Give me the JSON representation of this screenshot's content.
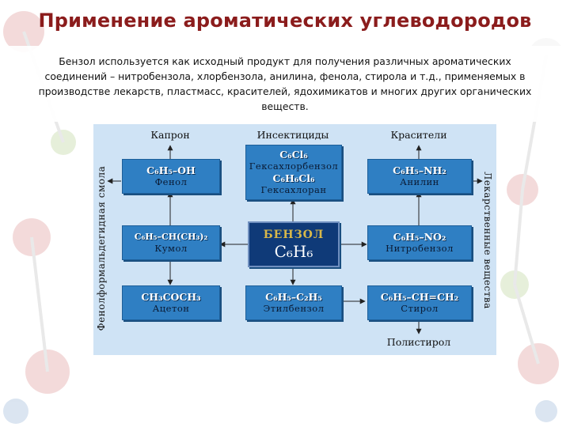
{
  "slide": {
    "title": "Применение ароматических углеводородов",
    "intro": "Бензол используется как исходный продукт для получения различных ароматических соединений – нитробензола, хлорбензола, анилина, фенола, стирола и т.д., применяемых в производстве лекарств, пластмасс, красителей, ядохимикатов и многих других органических веществ."
  },
  "colors": {
    "title": "#8b1c1c",
    "panel_bg": "#cfe3f5",
    "box_fill": "#2f7fc3",
    "center_fill": "#0f3a78",
    "center_title": "#d8b84a"
  },
  "diagram": {
    "center": {
      "title": "БЕНЗОЛ",
      "formula": "C₆H₆"
    },
    "products": {
      "caprone": "Капрон",
      "insecticides": "Инсектициды",
      "dyes": "Красители",
      "polystyrene": "Полистирол"
    },
    "side_labels": {
      "left": "Фенолформальдегидная смола",
      "right": "Лекарственные вещества"
    },
    "boxes": {
      "phenol": {
        "formula": "C₆H₅–OH",
        "name": "Фенол"
      },
      "chloro": {
        "formula1": "C₆Cl₆",
        "name1": "Гексахлорбензол",
        "formula2": "C₆H₆Cl₆",
        "name2": "Гексахлоран"
      },
      "aniline": {
        "formula": "C₆H₅–NH₂",
        "name": "Анилин"
      },
      "cumene": {
        "formula": "C₆H₅–CH(CH₃)₂",
        "name": "Кумол"
      },
      "nitrobenzene": {
        "formula": "C₆H₅–NO₂",
        "name": "Нитробензол"
      },
      "acetone": {
        "formula": "CH₃COCH₃",
        "name": "Ацетон"
      },
      "ethylbenzene": {
        "formula": "C₆H₅–C₂H₅",
        "name": "Этилбензол"
      },
      "styrene": {
        "formula": "C₆H₅–CH=CH₂",
        "name": "Стирол"
      }
    }
  }
}
